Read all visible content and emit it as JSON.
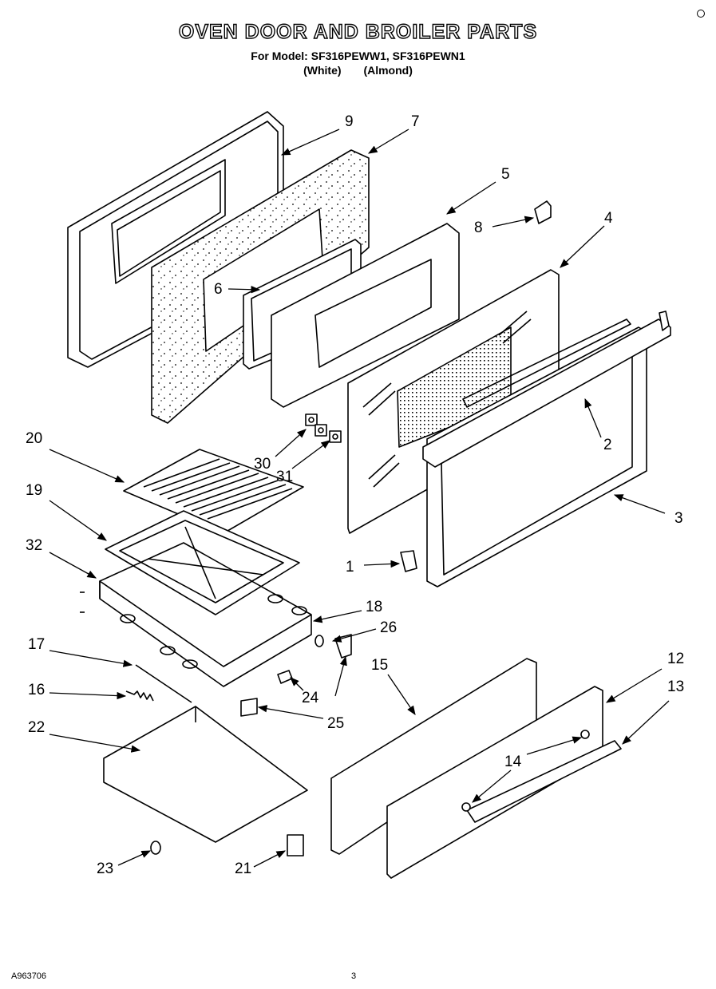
{
  "header": {
    "title": "OVEN DOOR AND BROILER PARTS",
    "model_line": "For Model: SF316PEWW1, SF316PEWN1",
    "variant_white": "(White)",
    "variant_almond": "(Almond)"
  },
  "callouts": [
    "9",
    "7",
    "5",
    "8",
    "4",
    "6",
    "2",
    "3",
    "20",
    "30",
    "31",
    "19",
    "1",
    "32",
    "18",
    "26",
    "17",
    "15",
    "12",
    "13",
    "16",
    "24",
    "25",
    "22",
    "14",
    "23",
    "21"
  ],
  "footer": {
    "doc_code": "A963706",
    "page_number": "3"
  }
}
